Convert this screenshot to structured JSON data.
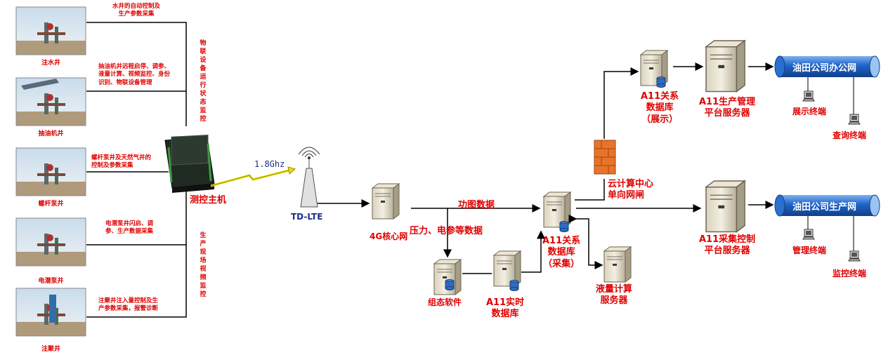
{
  "wells": [
    {
      "id": "water",
      "caption": "注水井",
      "desc": "水井的自动控制及\n生产参数采集"
    },
    {
      "id": "pump",
      "caption": "抽油机井",
      "desc": "抽油机井远程启停、调参、\n液量计算、视频监控、身份\n识别、物联设备管理"
    },
    {
      "id": "screw",
      "caption": "螺杆泵井",
      "desc": "螺杆泵井及天然气井的\n控制及参数采集"
    },
    {
      "id": "esp",
      "caption": "电潜泵井",
      "desc": "电潜泵井闪启、调\n参、生产数据采集"
    },
    {
      "id": "polymer",
      "caption": "注聚井",
      "desc": "注聚井注入量控制及生\n产参数采集，报警诊断"
    }
  ],
  "vertical_labels": {
    "iot": "物联设备运行状态监控",
    "video": "生产现场视频监控"
  },
  "controller_label": "测控主机",
  "frequency": "1.8Ghz",
  "tdlte_label": "TD-LTE",
  "core_label": "4G核心网",
  "power_data": "压力、电参等数据",
  "dyno_data": "功图数据",
  "config_software": "组态软件",
  "realtime_db": "A11实时\n数据库",
  "collect_db": "A11关系\n数据库\n（采集）",
  "liquid_server": "液量计算\n服务器",
  "gateway": "云计算中心\n单向网闸",
  "display_db": "A11关系\n数据库\n（展示）",
  "prod_mgmt_server": "A11生产管理\n平台服务器",
  "collect_ctrl_server": "A11采集控制\n平台服务器",
  "office_net": "油田公司办公网",
  "prod_net": "油田公司生产网",
  "terminals": {
    "display": "展示终端",
    "query": "查询终端",
    "manage": "管理终端",
    "monitor": "监控终端"
  },
  "colors": {
    "label_red": "#e00000",
    "line": "#000000",
    "pipe_blue": "#1e63c8",
    "arrow_yellow": "#e8e000"
  }
}
